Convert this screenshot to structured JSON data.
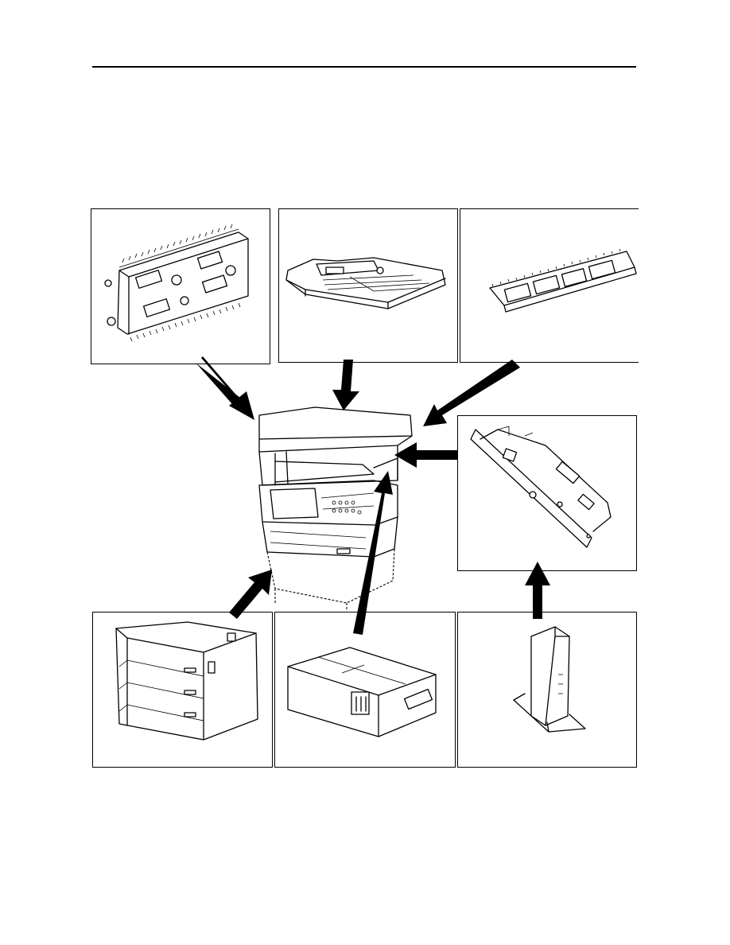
{
  "page": {
    "header_rule": "header-rule"
  },
  "options": [
    {
      "id": "duplex-unit",
      "icon": "duplex-unit-icon"
    },
    {
      "id": "document-processor",
      "icon": "document-processor-icon"
    },
    {
      "id": "memory-module",
      "icon": "memory-module-icon"
    },
    {
      "id": "network-interface-card",
      "icon": "network-card-icon"
    },
    {
      "id": "paper-feeder",
      "icon": "paper-feeder-icon"
    },
    {
      "id": "key-counter",
      "icon": "key-counter-icon"
    },
    {
      "id": "wireless-device",
      "icon": "wireless-device-icon"
    }
  ],
  "center": {
    "id": "copier-main-unit",
    "icon": "copier-icon"
  }
}
